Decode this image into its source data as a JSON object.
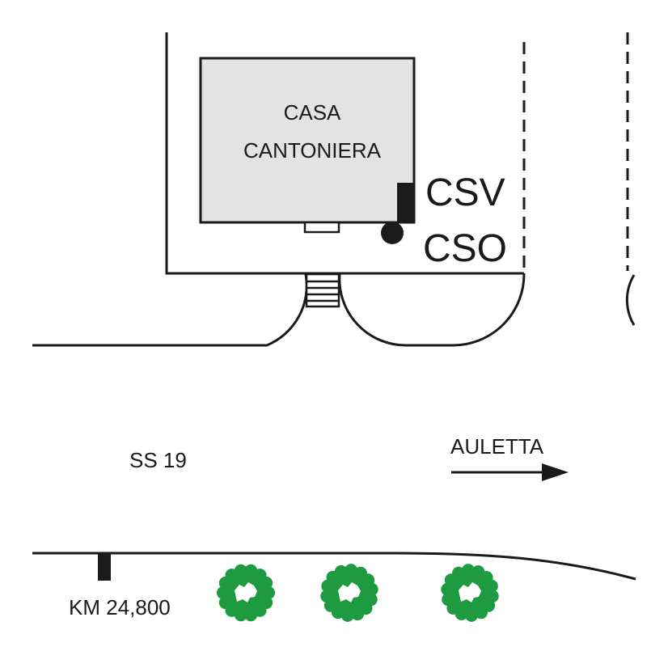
{
  "building": {
    "label_line1": "CASA",
    "label_line2": "CANTONIERA",
    "fill_color": "#e3e3e3"
  },
  "markers": {
    "csv_label": "CSV",
    "cso_label": "CSO"
  },
  "road": {
    "name": "SS 19",
    "direction_label": "AULETTA",
    "direction_arrow": "arrow-right"
  },
  "kilometer_marker": {
    "label": "KM 24,800"
  },
  "trees": {
    "count": 3,
    "color": "#1e9a41"
  }
}
